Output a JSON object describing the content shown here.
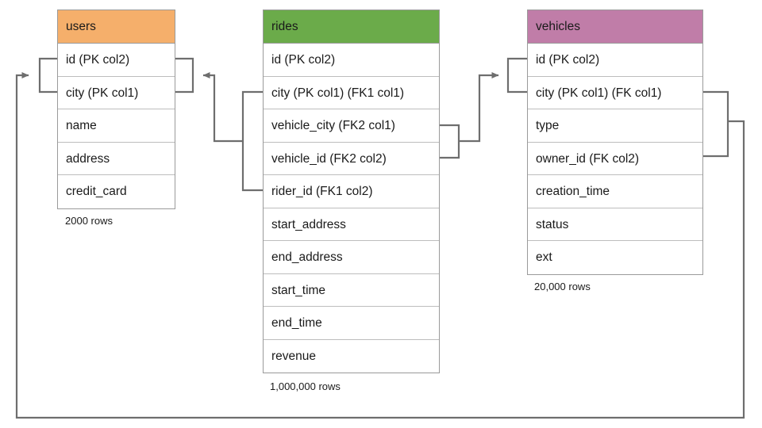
{
  "diagram": {
    "title": "Database schema entity relationship diagram",
    "background": "#ffffff",
    "line_color": "#6e6e6e"
  },
  "tables": [
    {
      "id": "users",
      "name": "users",
      "header_color": "#f5af6b",
      "row_count_label": "2000 rows",
      "columns": [
        {
          "label": "id (PK col2)"
        },
        {
          "label": "city (PK col1)"
        },
        {
          "label": "name"
        },
        {
          "label": "address"
        },
        {
          "label": "credit_card"
        }
      ]
    },
    {
      "id": "rides",
      "name": "rides",
      "header_color": "#6bab4a",
      "row_count_label": "1,000,000 rows",
      "columns": [
        {
          "label": "id (PK col2)"
        },
        {
          "label": "city (PK col1) (FK1 col1)"
        },
        {
          "label": "vehicle_city (FK2 col1)"
        },
        {
          "label": "vehicle_id (FK2 col2)"
        },
        {
          "label": "rider_id (FK1 col2)"
        },
        {
          "label": "start_address"
        },
        {
          "label": "end_address"
        },
        {
          "label": "start_time"
        },
        {
          "label": "end_time"
        },
        {
          "label": "revenue"
        }
      ]
    },
    {
      "id": "vehicles",
      "name": "vehicles",
      "header_color": "#c07da8",
      "row_count_label": "20,000 rows",
      "columns": [
        {
          "label": "id (PK col2)"
        },
        {
          "label": "city (PK col1) (FK col1)"
        },
        {
          "label": "type"
        },
        {
          "label": "owner_id (FK col2)"
        },
        {
          "label": "creation_time"
        },
        {
          "label": "status"
        },
        {
          "label": "ext"
        }
      ]
    }
  ],
  "relationships": [
    {
      "name": "rides-fk1-to-users",
      "from_table": "rides",
      "from_columns": [
        "city (PK col1) (FK1 col1)",
        "rider_id (FK1 col2)"
      ],
      "to_table": "users",
      "to_columns": [
        "id (PK col2)",
        "city (PK col1)"
      ],
      "arrow_direction": "left"
    },
    {
      "name": "rides-fk2-to-vehicles",
      "from_table": "rides",
      "from_columns": [
        "vehicle_city (FK2 col1)",
        "vehicle_id (FK2 col2)"
      ],
      "to_table": "vehicles",
      "to_columns": [
        "id (PK col2)",
        "city (PK col1) (FK col1)"
      ],
      "arrow_direction": "right"
    },
    {
      "name": "vehicles-fk-to-users",
      "from_table": "vehicles",
      "from_columns": [
        "city (PK col1) (FK col1)",
        "owner_id (FK col2)"
      ],
      "to_table": "users",
      "to_columns": [
        "id (PK col2)",
        "city (PK col1)"
      ],
      "arrow_direction": "left"
    }
  ]
}
